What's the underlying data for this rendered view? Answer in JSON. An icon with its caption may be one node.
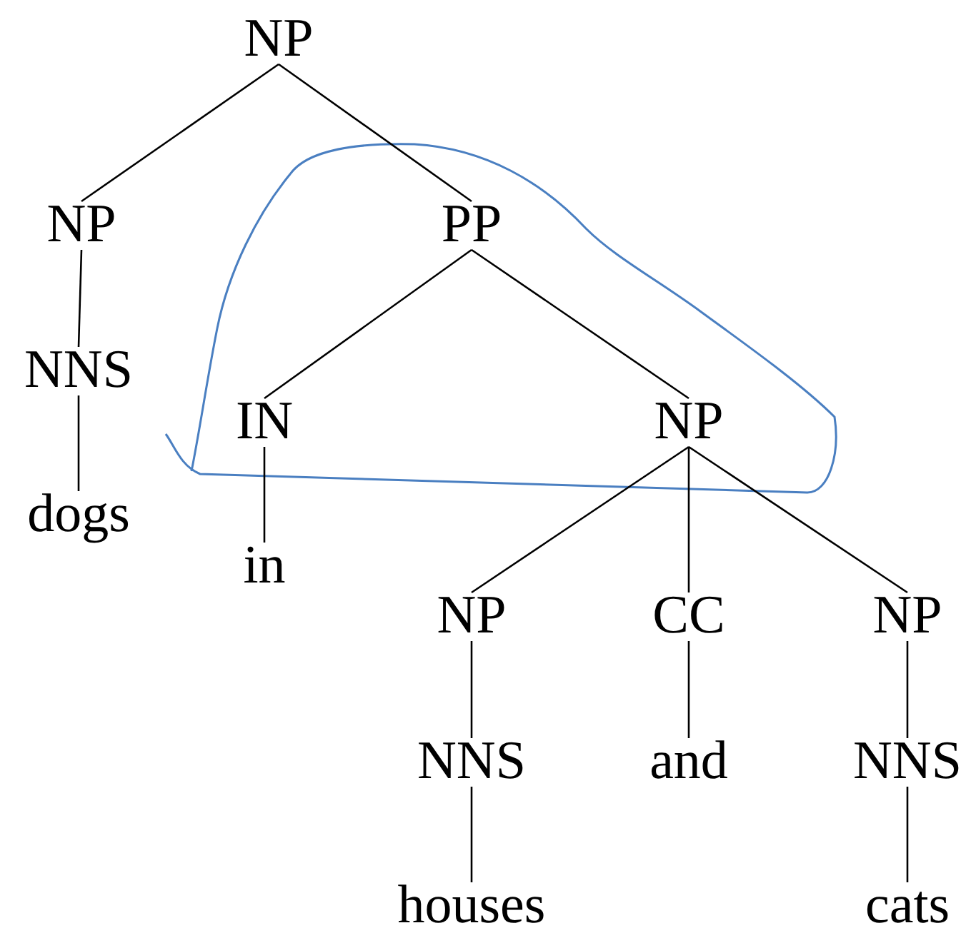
{
  "diagram": {
    "nodes": [
      {
        "text": [
          "NP"
        ]
      },
      {
        "text": [
          "NP"
        ]
      },
      {
        "text": [
          "PP"
        ]
      },
      {
        "text": [
          "NNS"
        ]
      },
      {
        "text": [
          "dogs"
        ]
      },
      {
        "text": [
          "IN"
        ]
      },
      {
        "text": [
          "NP"
        ]
      },
      {
        "text": [
          "in"
        ]
      },
      {
        "text": [
          "NP"
        ]
      },
      {
        "text": [
          "CC"
        ]
      },
      {
        "text": [
          "NP"
        ]
      },
      {
        "text": [
          "NNS"
        ]
      },
      {
        "text": [
          "and"
        ]
      },
      {
        "text": [
          "NNS"
        ]
      },
      {
        "text": [
          "houses"
        ]
      },
      {
        "text": [
          "cats"
        ]
      }
    ],
    "edges": [
      {
        "from": 0,
        "to": 1,
        "arrow": "none"
      },
      {
        "from": 0,
        "to": 2,
        "arrow": "none"
      },
      {
        "from": 1,
        "to": 3,
        "arrow": "none"
      },
      {
        "from": 3,
        "to": 4,
        "arrow": "none"
      },
      {
        "from": 2,
        "to": 5,
        "arrow": "none"
      },
      {
        "from": 2,
        "to": 6,
        "arrow": "none"
      },
      {
        "from": 5,
        "to": 7,
        "arrow": "none"
      },
      {
        "from": 6,
        "to": 8,
        "arrow": "none"
      },
      {
        "from": 6,
        "to": 9,
        "arrow": "none"
      },
      {
        "from": 6,
        "to": 10,
        "arrow": "none"
      },
      {
        "from": 8,
        "to": 11,
        "arrow": "none"
      },
      {
        "from": 9,
        "to": 12,
        "arrow": "none"
      },
      {
        "from": 10,
        "to": 13,
        "arrow": "none"
      },
      {
        "from": 11,
        "to": 14,
        "arrow": "none"
      },
      {
        "from": 13,
        "to": 15,
        "arrow": "none"
      }
    ]
  }
}
